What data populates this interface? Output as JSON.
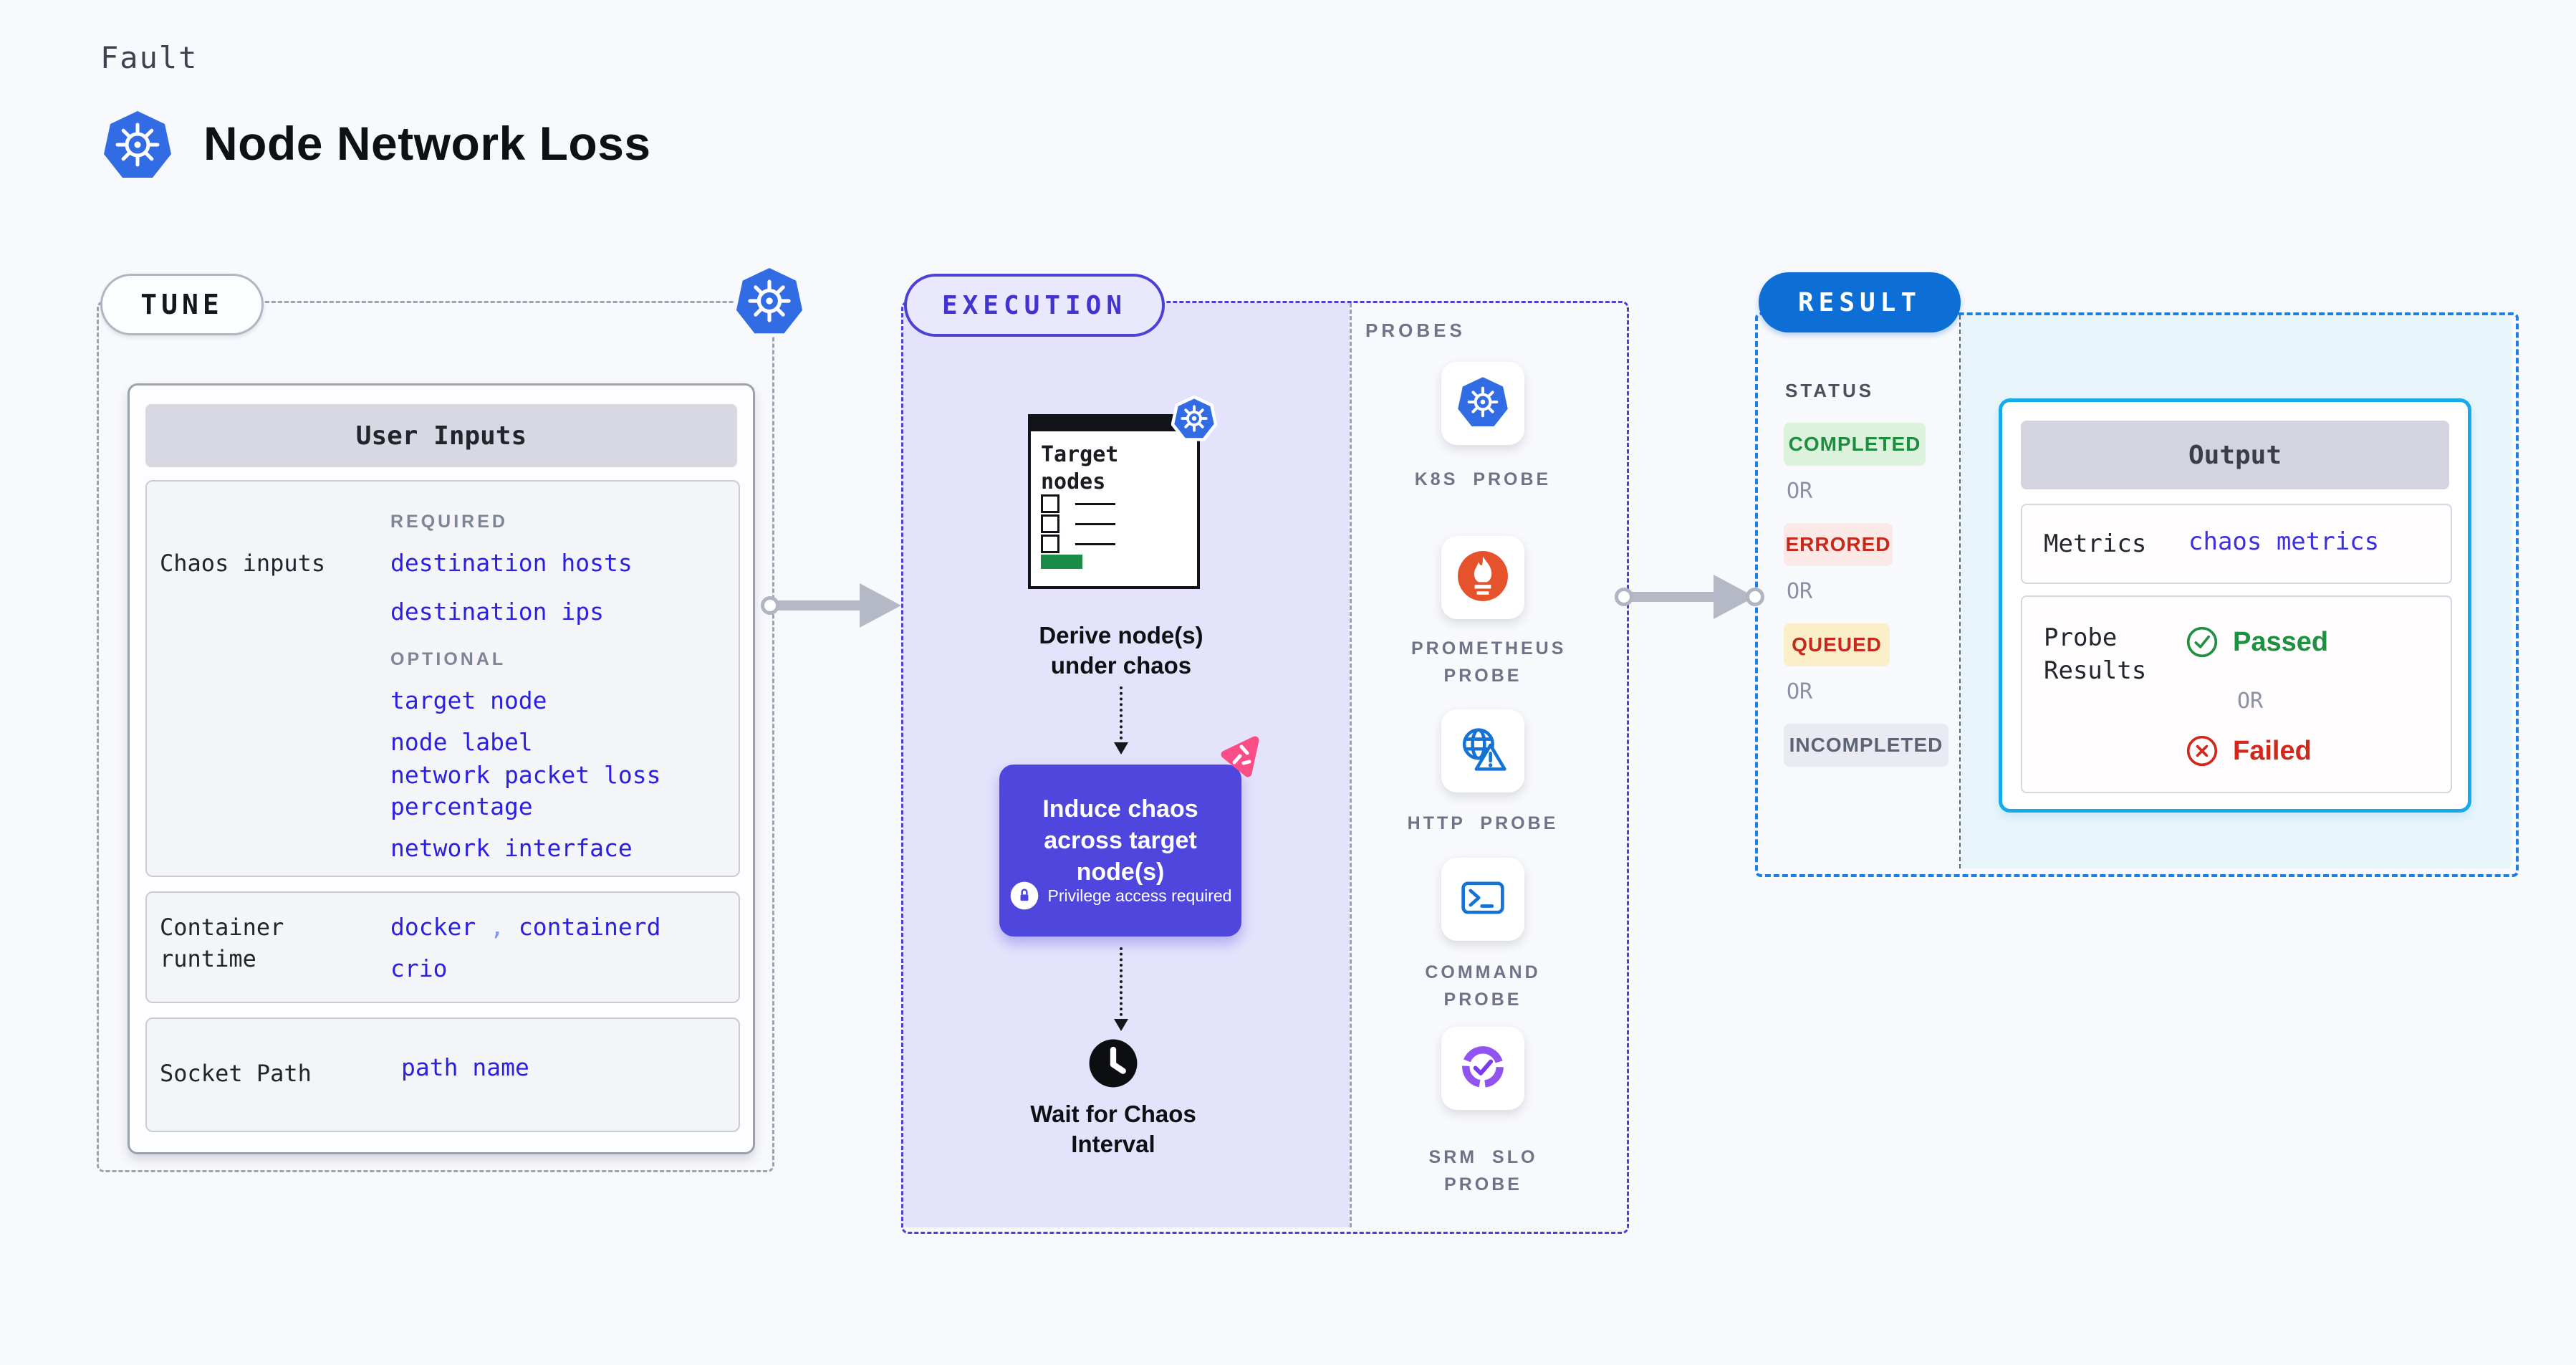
{
  "page": {
    "kicker": "Fault",
    "title": "Node Network Loss"
  },
  "tune": {
    "label": "TUNE",
    "user_inputs": {
      "header": "User Inputs",
      "chaos_inputs": {
        "label": "Chaos inputs",
        "required_label": "REQUIRED",
        "required": [
          "destination hosts",
          "destination ips"
        ],
        "optional_label": "OPTIONAL",
        "optional": [
          "target node",
          "node label",
          "network packet loss percentage",
          "network interface"
        ]
      },
      "container_runtime": {
        "label": "Container runtime",
        "values": [
          "docker",
          "containerd",
          "crio"
        ],
        "separator": ","
      },
      "socket_path": {
        "label": "Socket Path",
        "value": "path name"
      }
    }
  },
  "execution": {
    "label": "EXECUTION",
    "target_nodes_title": "Target nodes",
    "derive_step": "Derive node(s) under chaos",
    "induce_step": "Induce chaos across target node(s)",
    "privilege_note": "Privilege access required",
    "wait_step": "Wait for Chaos Interval",
    "probes": {
      "label": "PROBES",
      "items": [
        {
          "name": "K8S PROBE",
          "icon": "kubernetes-icon"
        },
        {
          "name": "PROMETHEUS PROBE",
          "icon": "prometheus-icon"
        },
        {
          "name": "HTTP PROBE",
          "icon": "globe-warning-icon"
        },
        {
          "name": "COMMAND PROBE",
          "icon": "terminal-icon"
        },
        {
          "name": "SRM SLO PROBE",
          "icon": "gauge-check-icon"
        }
      ]
    }
  },
  "result": {
    "label": "RESULT",
    "status": {
      "label": "STATUS",
      "or": "OR",
      "items": [
        {
          "text": "COMPLETED",
          "kind": "success"
        },
        {
          "text": "ERRORED",
          "kind": "error"
        },
        {
          "text": "QUEUED",
          "kind": "queued"
        },
        {
          "text": "INCOMPLETED",
          "kind": "muted"
        }
      ]
    },
    "output": {
      "header": "Output",
      "metrics_label": "Metrics",
      "metrics_value": "chaos metrics",
      "probe_results_label": "Probe Results",
      "passed": "Passed",
      "or": "OR",
      "failed": "Failed"
    }
  },
  "colors": {
    "page_bg": "#f8f9fc",
    "indigo_accent": "#4f46dd",
    "execution_fill": "#e4e3fb",
    "result_blue": "#0d6fd6",
    "result_fill": "#e8f5fb",
    "output_border": "#16abe8",
    "kubernetes_blue": "#326ce5",
    "prometheus_orange": "#e6522c",
    "probe_blue": "#1573d6",
    "srm_purple": "#9254f0",
    "chaos_pink": "#fb4d86",
    "field_value_blue": "#2c1fe4",
    "success_green": "#1e8e3e",
    "error_red": "#c62a1d",
    "queued_bg": "#faefc8",
    "muted_gray": "#5b6375",
    "arrow_gray": "#b5b9c5"
  }
}
